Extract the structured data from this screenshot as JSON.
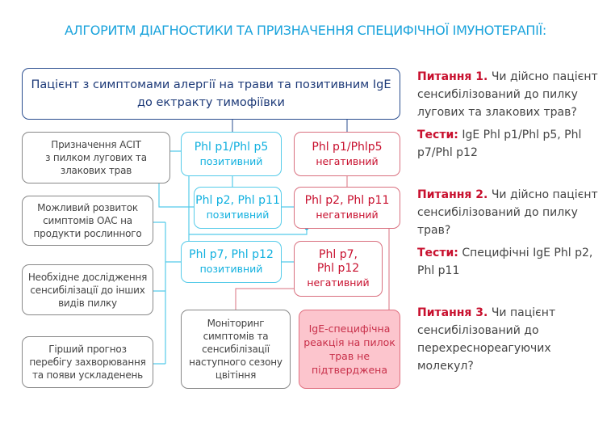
{
  "title": "АЛГОРИТМ ДІАГНОСТИКИ ТА ПРИЗНАЧЕННЯ СПЕЦИФІЧНОЇ ІМУНОТЕРАПІЇ:",
  "colors": {
    "title": "#1aa3dc",
    "navy": "#1d3a78",
    "cyan": "#10b0df",
    "red": "#c8102e",
    "pink": "#fcc5cd"
  },
  "top_box": {
    "line1": "Пацієнт з симптомами алергії на трави та позитивним IgE",
    "line2": "до ектракту тимофіївки"
  },
  "outcomes": {
    "asit": [
      "Призначення АСІТ",
      "з пилком лугових та",
      "злакових трав"
    ],
    "oas": [
      "Можливий розвиток",
      "симптомів ОАС на",
      "продукти рослинного"
    ],
    "other_pollen": [
      "Необхідне дослідження",
      "сенсибілізації до інших",
      "видів пилку"
    ],
    "prognosis": [
      "Гірший прогноз",
      "перебігу захворювання",
      "та появи ускладенень"
    ],
    "monitoring": [
      "Моніторинг",
      "симптомів та",
      "сенсибілізації",
      "наступного сезону",
      "цвітіння"
    ],
    "not_confirmed": [
      "IgE-специфічна",
      "реакція на пилок",
      "трав не",
      "підтверджена"
    ]
  },
  "positive": [
    {
      "name": "Phl p1/Phl p5",
      "status": "позитивний"
    },
    {
      "name": "Phl p2, Phl p11",
      "status": "позитивний"
    },
    {
      "name": "Phl p7, Phl p12",
      "status": "позитивний"
    }
  ],
  "negative": [
    {
      "name": "Phl p1/Phlp5",
      "status": "негативний"
    },
    {
      "name": "Phl p2, Phl p11",
      "status": "негативний"
    },
    {
      "name1": "Phl p7,",
      "name2": "Phl p12",
      "status": "негативний"
    }
  ],
  "questions": [
    {
      "label": "Питання 1.",
      "text": "Чи дійсно пацієнт сенсибілізований до пилку лугових та злакових трав?",
      "tests_label": "Тести:",
      "tests": "IgE Phl p1/Phl p5, Phl p7/Phl p12"
    },
    {
      "label": "Питання 2.",
      "text": "Чи дійсно пацієнт сенсибілізований до пилку трав?",
      "tests_label": "Тести:",
      "tests": "Специфічні IgE Phl p2, Phl p11"
    },
    {
      "label": "Питання 3.",
      "text": "Чи пацієнт сенсибілізований до перехресно­реагуючих молекул?"
    }
  ]
}
